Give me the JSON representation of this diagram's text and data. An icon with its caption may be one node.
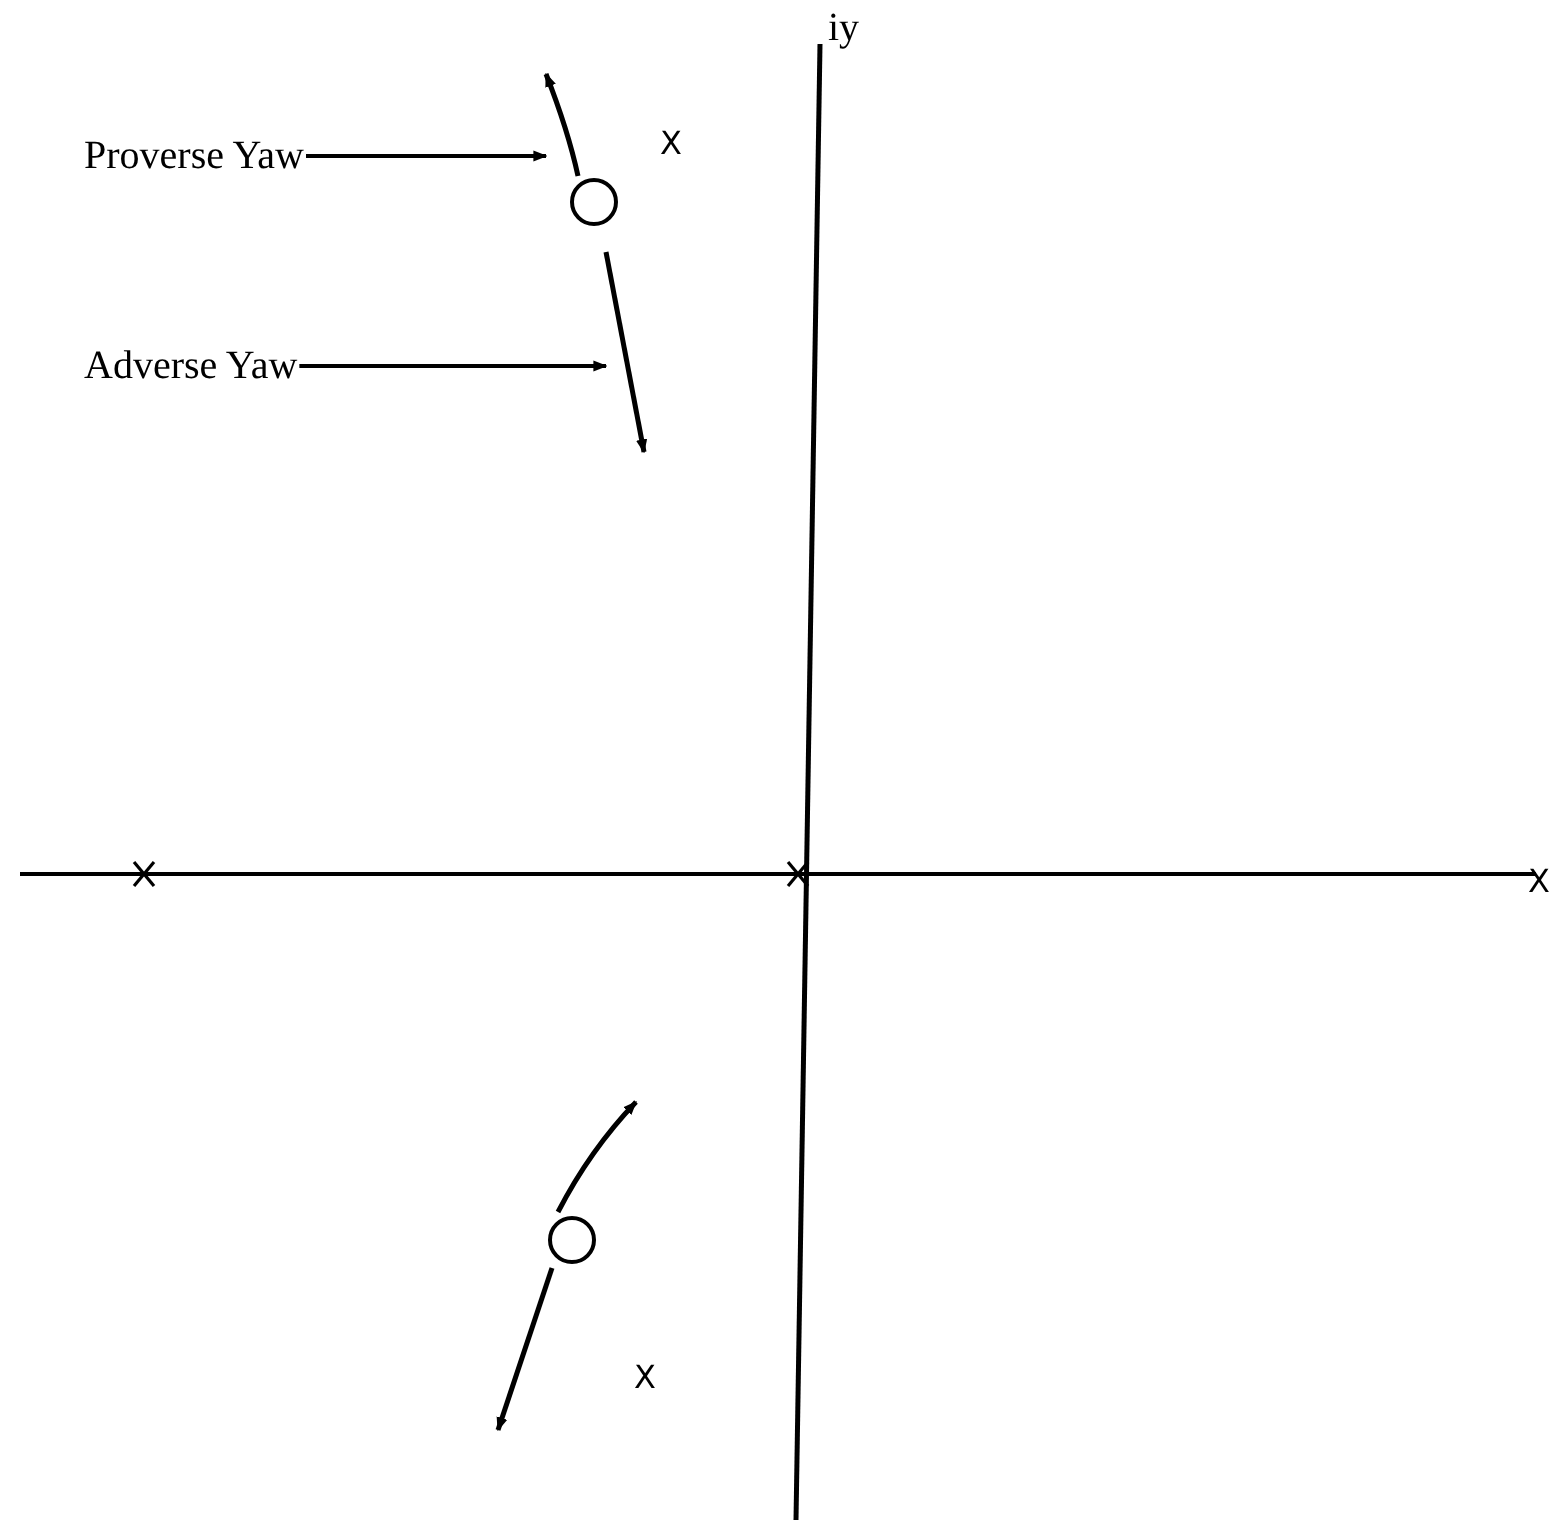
{
  "diagram": {
    "nodes": [
      {
        "text": [
          "Proverse Yaw"
        ]
      },
      {
        "text": [],
        "shape": "arrow"
      },
      {
        "text": [
          "Adverse Yaw"
        ]
      },
      {
        "text": [],
        "shape": "arrow"
      }
    ],
    "edges": [
      {
        "from": 0,
        "to": 1,
        "arrow": "to"
      },
      {
        "from": 2,
        "to": 3,
        "arrow": "to"
      }
    ],
    "labels": [
      "iy",
      "X",
      "X",
      "X"
    ]
  }
}
